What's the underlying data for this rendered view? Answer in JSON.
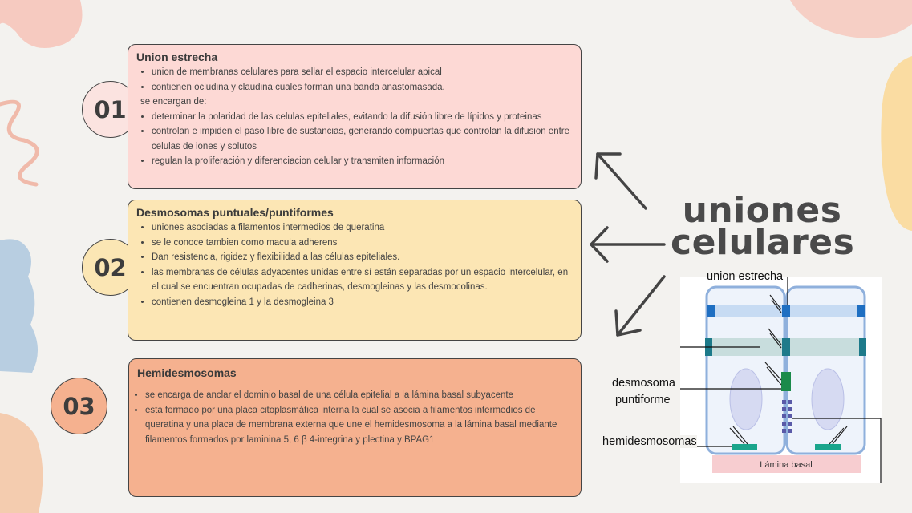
{
  "title": {
    "line1": "uniones",
    "line2": "celulares"
  },
  "sections": [
    {
      "number": "01",
      "heading": "Union estrecha",
      "bullets_a": [
        "union de membranas celulares para sellar el espacio intercelular apical",
        "contienen ocludina y claudina cuales forman una banda anastomasada."
      ],
      "plain": "se encargan de:",
      "bullets_b": [
        "determinar la polaridad de las celulas epiteliales, evitando la difusión libre de lípidos y proteinas",
        "controlan e impiden el paso libre de sustancias, generando compuertas que controlan la difusion entre celulas  de iones y solutos",
        "regulan la proliferación y diferenciacion celular  y transmiten información"
      ]
    },
    {
      "number": "02",
      "heading": "Desmosomas puntuales/puntiformes",
      "bullets": [
        "uniones asociadas a filamentos intermedios de queratina",
        "se le conoce tambien como macula adherens",
        " Dan  resistencia, rigidez y  flexibilidad a las células epiteliales.",
        "las membranas de células adyacentes unidas entre sí están separadas por un espacio intercelular, en el cual se encuentran ocupadas de cadherinas,  desmogleinas y las desmocolinas.",
        "contienen desmogleina 1 y la desmogleina 3"
      ]
    },
    {
      "number": "03",
      "heading": "Hemidesmosomas",
      "bullets": [
        "se encarga de anclar el dominio basal de una célula epitelial a la lámina basal subyacente",
        "esta formado por una placa citoplasmática interna la cual se asocia a filamentos intermedios de queratina y una placa de membrana externa  que une el hemidesmosoma a la lámina basal mediante filamentos formados por  laminina 5, 6 β 4-integrina  y plectina  y  BPAG1"
      ]
    }
  ],
  "diagram": {
    "label_tight": "union estrecha",
    "label_desmo_1": "desmosoma",
    "label_desmo_2": "puntiforme",
    "label_hemi": "hemidesmosomas",
    "label_lamina": "Lámina basal"
  },
  "colors": {
    "card1": "#fdd9d5",
    "card2": "#fce6b4",
    "card3": "#f5b18f",
    "num1": "#fbe3e0",
    "num2": "#fbe6b4",
    "num3": "#f5b18f"
  }
}
